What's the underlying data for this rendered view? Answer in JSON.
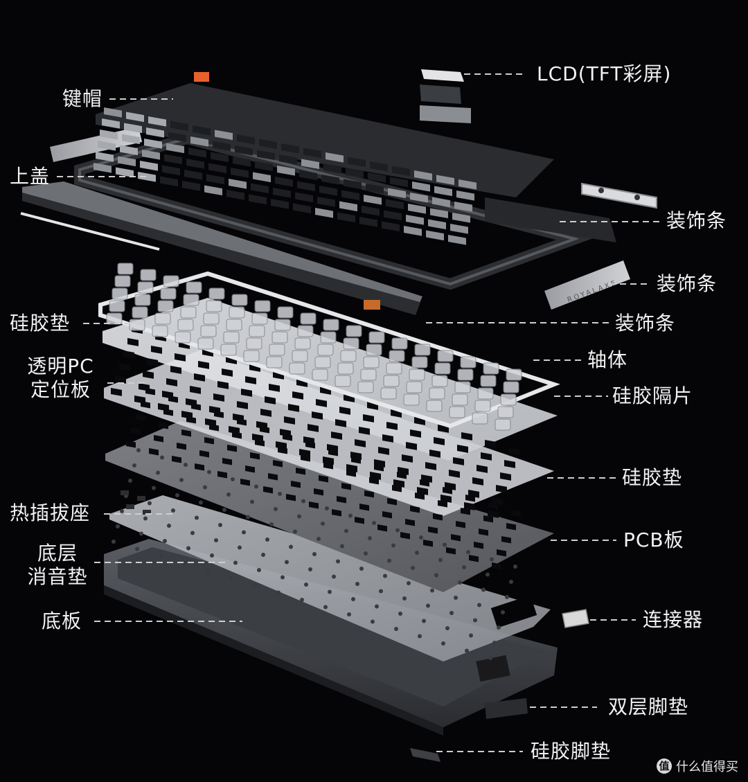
{
  "labels": {
    "lcd": "LCD(TFT彩屏)",
    "keycaps": "键帽",
    "top_cover": "上盖",
    "trim_strip_1": "装饰条",
    "trim_strip_2": "装饰条",
    "trim_strip_3": "装饰条",
    "silicone_pad_top": "硅胶垫",
    "switches": "轴体",
    "plate_line1": "透明PC",
    "plate_line2": "定位板",
    "silicone_spacer": "硅胶隔片",
    "silicone_pad_mid": "硅胶垫",
    "hotswap_line": "热插拔座",
    "pcb": "PCB板",
    "bottom_foam_line1": "底层",
    "bottom_foam_line2": "消音垫",
    "bottom_case": "底板",
    "connector": "连接器",
    "dual_feet": "双层脚垫",
    "silicone_feet": "硅胶脚垫",
    "brand_text": "ROYALAXE"
  },
  "watermark": {
    "badge": "值",
    "text": "什么值得买"
  },
  "colors": {
    "background": "#050508",
    "accent_key": "#e8612c",
    "leader_line": "#cfcfcf",
    "text": "#f2f2f2"
  }
}
